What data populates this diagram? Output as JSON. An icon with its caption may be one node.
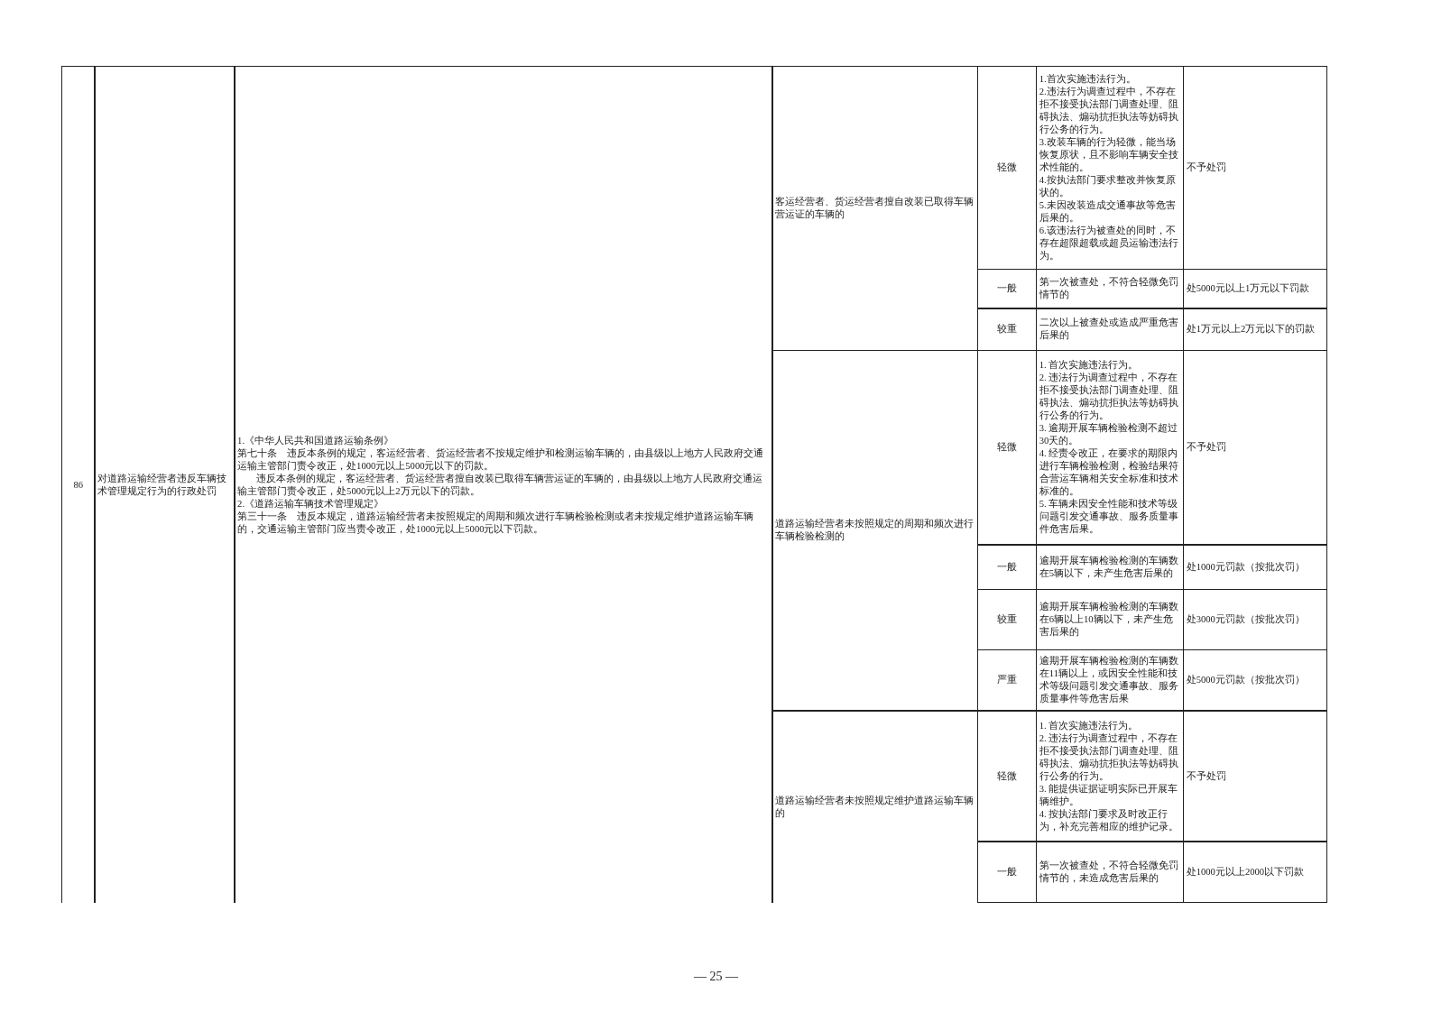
{
  "diagram": {
    "labels": [
      "86",
      "对道路运输经营者违反车辆技术管理规定行为的行政处罚",
      "1.《中华人民共和国道路运输条例》",
      "第七十条　违反本条例的规定，客运经营者、货运经营者不按规定维护和检测运输车辆的，由县级以上地方人民政府交通运输主管部门责令改正，处1000元以上5000元以下的罚款。",
      "违反本条例的规定，客运经营者、货运经营者擅自改装已取得车辆营运证的车辆的，由县级以上地方人民政府交通运输主管部门责令改正，处5000元以上2万元以下的罚款。",
      "2.《道路运输车辆技术管理规定》",
      "第三十一条　违反本规定，道路运输经营者未按照规定的周期和频次进行车辆检验检测或者未按规定维护道路运输车辆的，交通运输主管部门应当责令改正，处1000元以上5000元以下罚款。",
      "客运经营者、货运经营者擅自改装已取得车辆营运证的车辆的",
      "轻微",
      "1.首次实施违法行为。",
      "2.违法行为调查过程中，不存在拒不接受执法部门调查处理、阻碍执法、煽动抗拒执法等妨碍执行公务的行为。",
      "3.改装车辆的行为轻微，能当场恢复原状，且不影响车辆安全技术性能的。",
      "4.按执法部门要求整改并恢复原状的。",
      "5.未因改装造成交通事故等危害后果的。",
      "6.该违法行为被查处的同时，不存在超限超载或超员运输违法行为。",
      "不予处罚",
      "一般",
      "第一次被查处，不符合轻微免罚情节的",
      "处5000元以上1万元以下罚款",
      "较重",
      "二次以上被查处或造成严重危害后果的",
      "处1万元以上2万元以下的罚款",
      "道路运输经营者未按照规定的周期和频次进行车辆检验检测的",
      "轻微",
      "1. 首次实施违法行为。",
      "2. 违法行为调查过程中，不存在拒不接受执法部门调查处理、阻碍执法、煽动抗拒执法等妨碍执行公务的行为。",
      "3. 逾期开展车辆检验检测不超过30天的。",
      "4. 经责令改正，在要求的期限内进行车辆检验检测，检验结果符合营运车辆相关安全标准和技术标准的。",
      "5. 车辆未因安全性能和技术等级问题引发交通事故、服务质量事件危害后果。",
      "不予处罚",
      "一般",
      "逾期开展车辆检验检测的车辆数在5辆以下，未产生危害后果的",
      "处1000元罚款（按批次罚）",
      "较重",
      "逾期开展车辆检验检测的车辆数在6辆以上10辆以下，未产生危害后果的",
      "处3000元罚款（按批次罚）",
      "严重",
      "逾期开展车辆检验检测的车辆数在11辆以上，或因安全性能和技术等级问题引发交通事故、服务质量事件等危害后果",
      "处5000元罚款（按批次罚）",
      "道路运输经营者未按照规定维护道路运输车辆的",
      "轻微",
      "1. 首次实施违法行为。",
      "2. 违法行为调查过程中，不存在拒不接受执法部门调查处理、阻碍执法、煽动抗拒执法等妨碍执行公务的行为。",
      "3. 能提供证据证明实际已开展车辆维护。",
      "4. 按执法部门要求及时改正行为，补充完善相应的维护记录。",
      "不予处罚",
      "一般",
      "第一次被查处，不符合轻微免罚情节的，未造成危害后果的",
      "处1000元以上2000以下罚款",
      "— 25 —"
    ]
  }
}
